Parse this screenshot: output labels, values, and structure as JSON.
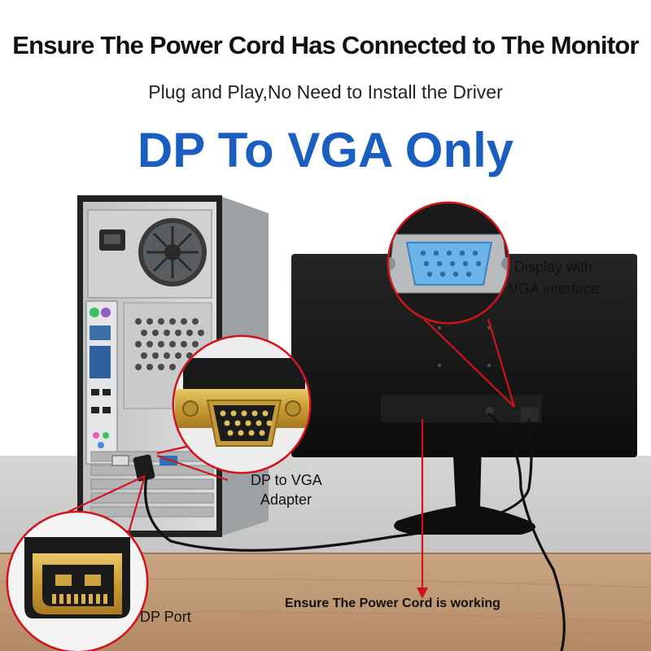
{
  "headline": "Ensure The Power Cord Has Connected to The Monitor",
  "subheadline": "Plug and Play,No Need to Install the Driver",
  "product_title": "DP To VGA Only",
  "callouts": {
    "monitor_line1": "Display with",
    "monitor_line2": "VGA interface",
    "adapter_line1": "DP to VGA",
    "adapter_line2": "Adapter",
    "dp_port": "DP Port",
    "power_cord": "Ensure The Power Cord is working"
  },
  "colors": {
    "title_blue": "#1a5fbf",
    "callout_red": "#d0141c",
    "vga_port_blue": "#6ab4e8",
    "gold_pins": "#c9a441"
  }
}
